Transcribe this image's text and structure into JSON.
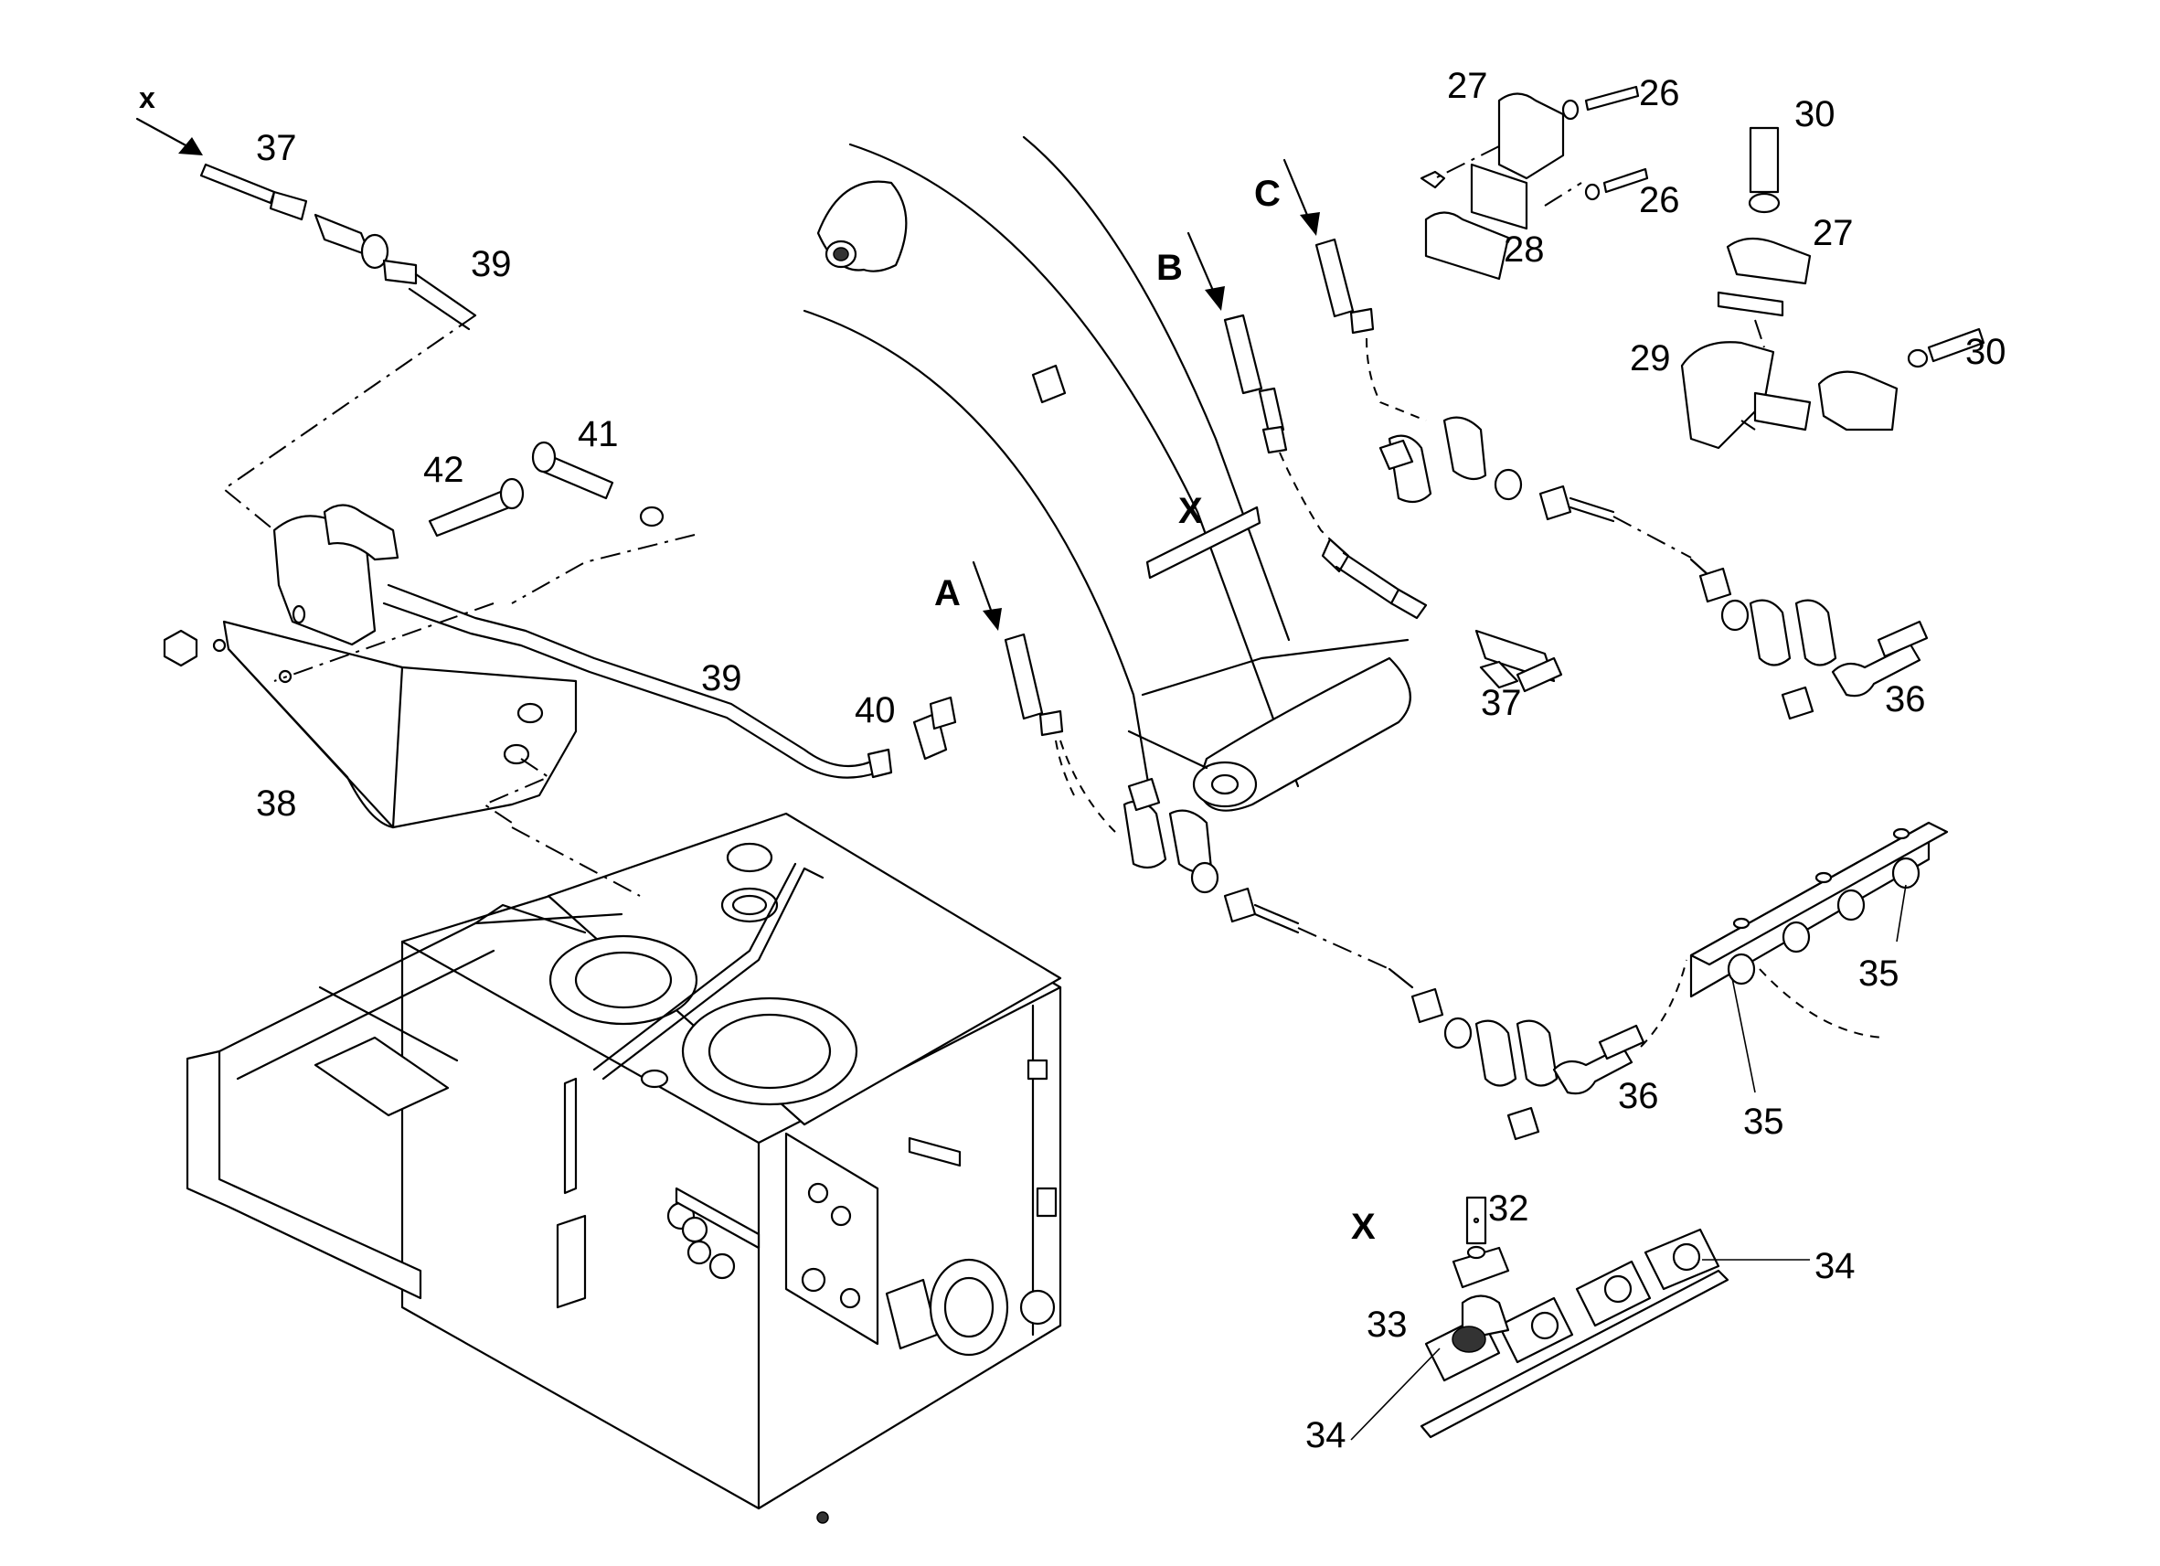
{
  "view_markers": {
    "x_small": "x",
    "A": "A",
    "B": "B",
    "C": "C",
    "X_boom": "X",
    "X_detail": "X"
  },
  "callouts": {
    "c26a": "26",
    "c26b": "26",
    "c27a": "27",
    "c27b": "27",
    "c28": "28",
    "c29": "29",
    "c30a": "30",
    "c30b": "30",
    "c32": "32",
    "c33": "33",
    "c34a": "34",
    "c34b": "34",
    "c35a": "35",
    "c35b": "35",
    "c36a": "36",
    "c36b": "36",
    "c37a": "37",
    "c37b": "37",
    "c38": "38",
    "c39a": "39",
    "c39b": "39",
    "c40": "40",
    "c41": "41",
    "c42": "42"
  }
}
